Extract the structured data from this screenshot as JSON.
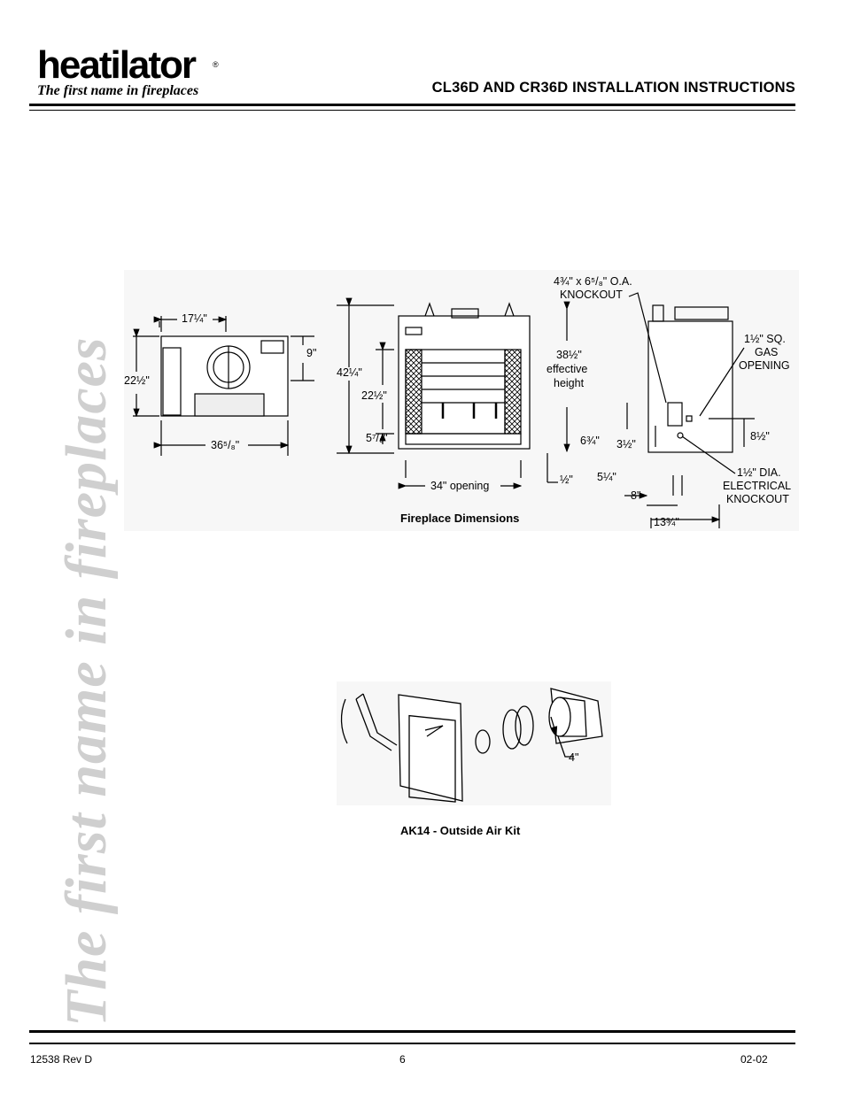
{
  "header": {
    "brand_word": "heatilator",
    "brand_reg": "®",
    "tagline": "The first name in fireplaces",
    "title": "CL36D AND CR36D INSTALLATION INSTRUCTIONS"
  },
  "watermark": "The first name in fireplaces",
  "figure1": {
    "caption": "Fireplace Dimensions",
    "labels": {
      "w17": "17¼\"",
      "d9": "9\"",
      "d22a": "22½\"",
      "w36": "36⁵/₈\"",
      "h42": "42¼\"",
      "h22b": "22½\"",
      "h5": "5⁷/₈\"",
      "opening": "34\" opening",
      "half": "½\"",
      "eff1": "38½\"",
      "eff2": "effective",
      "eff3": "height",
      "oa1": "4¾\" x 6⁵/₈\" O.A.",
      "oa2": "KNOCKOUT",
      "gas1": "1½\" SQ.",
      "gas2": "GAS",
      "gas3": "OPENING",
      "d6": "6¾\"",
      "d3": "3½\"",
      "d8half": "8½\"",
      "d5": "5¼\"",
      "d8": "8\"",
      "d13": "13¾\"",
      "el1": "1½\" DIA.",
      "el2": "ELECTRICAL",
      "el3": "KNOCKOUT"
    }
  },
  "figure2": {
    "caption": "AK14 - Outside Air Kit",
    "label_4": "4\""
  },
  "footer": {
    "doc_number": "12538 Rev D",
    "page": "6",
    "date": "02-02"
  }
}
